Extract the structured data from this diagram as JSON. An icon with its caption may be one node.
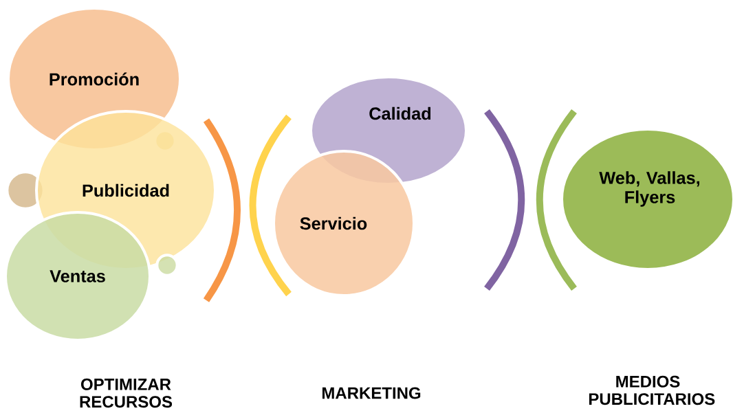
{
  "diagram": {
    "nodes": [
      {
        "text": [
          "Promoción"
        ]
      },
      {
        "text": [],
        "shape": "circle",
        "in": 3
      },
      {
        "text": [],
        "shape": "circle"
      },
      {
        "text": [
          "Publicidad"
        ]
      },
      {
        "text": [],
        "shape": "circle"
      },
      {
        "text": [
          "Ventas"
        ]
      },
      {
        "text": [
          "Calidad"
        ]
      },
      {
        "text": [
          "Servicio"
        ]
      },
      {
        "text": [
          "Web, Vallas, Flyers"
        ]
      }
    ],
    "labels": [
      "OPTIMIZAR RECURSOS",
      "MARKETING",
      "MEDIOS PUBLICITARIOS"
    ]
  }
}
